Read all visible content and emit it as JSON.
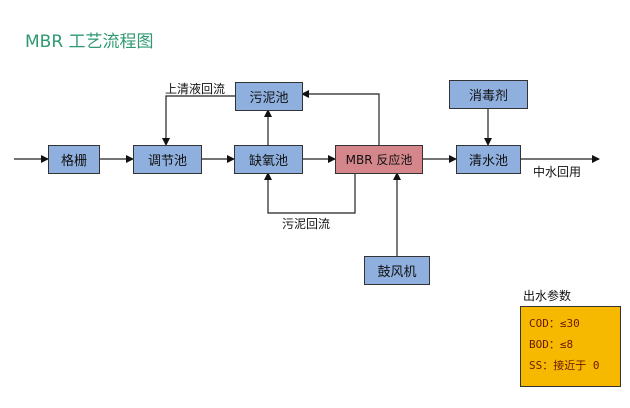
{
  "title": "MBR 工艺流程图",
  "boxes": {
    "grille": "格栅",
    "equalization": "调节池",
    "anoxic": "缺氧池",
    "sludge": "污泥池",
    "mbr": "MBR 反应池",
    "clear_water": "清水池",
    "disinfectant": "消毒剂",
    "blower": "鼓风机"
  },
  "labels": {
    "supernatant_return": "上清液回流",
    "sludge_return": "污泥回流",
    "reuse": "中水回用",
    "effluent_title": "出水参数"
  },
  "effluent": [
    "COD：≤30",
    "BOD：≤8",
    "SS：接近于 0"
  ],
  "colors": {
    "box": "#8fb0de",
    "mbr": "#d4868a",
    "effluent": "#f7b800",
    "title": "#2f9a72"
  }
}
